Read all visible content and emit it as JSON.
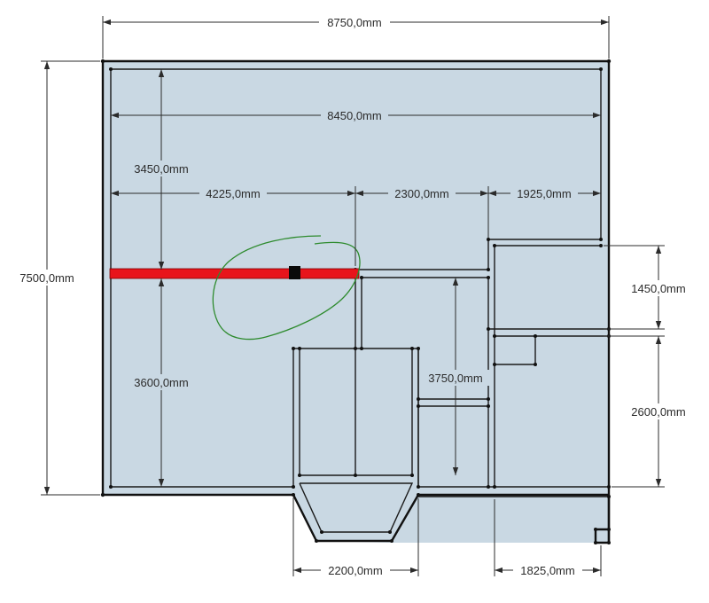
{
  "colors": {
    "floor": "#c9d8e3",
    "wall": "#111111",
    "highlight": "#e8141b",
    "markup": "#2e8b2e"
  },
  "dimensions": {
    "total_width": "8750,0mm",
    "total_height": "7500,0mm",
    "inner_width": "8450,0mm",
    "upper_depth": "3450,0mm",
    "lower_depth": "3600,0mm",
    "segment_left": "4225,0mm",
    "segment_middle": "2300,0mm",
    "segment_right": "1925,0mm",
    "right_upper_room": "1450,0mm",
    "right_lower_room": "2600,0mm",
    "corridor_height": "3750,0mm",
    "bay_width": "2200,0mm",
    "bottom_right_width": "1825,0mm"
  },
  "annotation": {
    "marker_icon": "black-square-marker",
    "highlight_wall": "red-wall-highlight",
    "circle_markup": "green-freehand-circle"
  }
}
